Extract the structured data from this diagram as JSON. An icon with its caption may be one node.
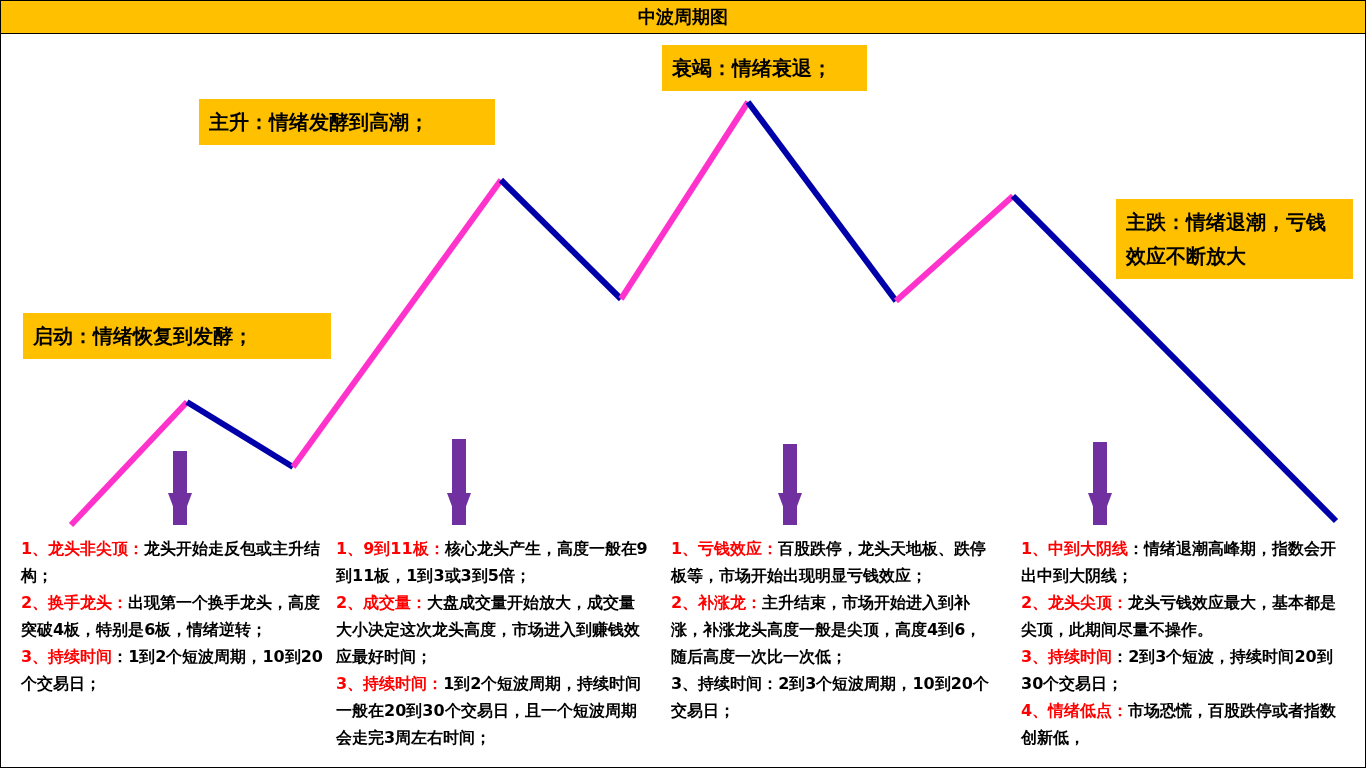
{
  "diagram": {
    "title": "中波周期图",
    "nodes": [
      {
        "text": [
          "启动：情绪恢复到发酵；"
        ]
      },
      {
        "text": [
          "主升：情绪发酵到高潮；"
        ]
      },
      {
        "text": [
          "衰竭：情绪衰退；"
        ]
      },
      {
        "text": [
          "主跌：情绪退潮，亏钱效应不断放大"
        ]
      },
      {
        "text": [
          "**1、龙头非尖顶：**龙头开始走反包或主升结构；",
          "**2、换手龙头：**出现第一个换手龙头，高度突破4板，特别是6板，情绪逆转；",
          "**3、持续时间**：1到2个短波周期，10到20个交易日；"
        ]
      },
      {
        "text": [
          "**1、9到11板：**核心龙头产生，高度一般在9到11板，1到3或3到5倍；",
          "**2、成交量：**大盘成交量开始放大，成交量大小决定这次龙头高度，市场进入到赚钱效应最好时间；",
          "**3、持续时间：**1到2个短波周期，持续时间一般在20到30个交易日，且一个短波周期会走完3周左右时间；"
        ]
      },
      {
        "text": [
          "**1、亏钱效应：**百股跌停，龙头天地板、跌停板等，市场开始出现明显亏钱效应；",
          "**2、补涨龙：**主升结束，市场开始进入到补涨，补涨龙头高度一般是尖顶，高度4到6，随后高度一次比一次低；",
          "3、持续时间：2到3个短波周期，10到20个交易日；"
        ]
      },
      {
        "text": [
          "**1、中到大阴线**：情绪退潮高峰期，指数会开出中到大阴线；",
          "**2、龙头尖顶：**龙头亏钱效应最大，基本都是尖顶，此期间尽量不操作。",
          "**3、持续时间**：2到3个短波，持续时间20到30个交易日；",
          "**4、情绪低点：**市场恐慌，百股跌停或者指数创新低，"
        ]
      }
    ],
    "edges": [
      {
        "from": null,
        "to": 4,
        "arrow": "to"
      },
      {
        "from": null,
        "to": 5,
        "arrow": "to"
      },
      {
        "from": null,
        "to": 6,
        "arrow": "to"
      },
      {
        "from": null,
        "to": 7,
        "arrow": "to"
      }
    ]
  }
}
